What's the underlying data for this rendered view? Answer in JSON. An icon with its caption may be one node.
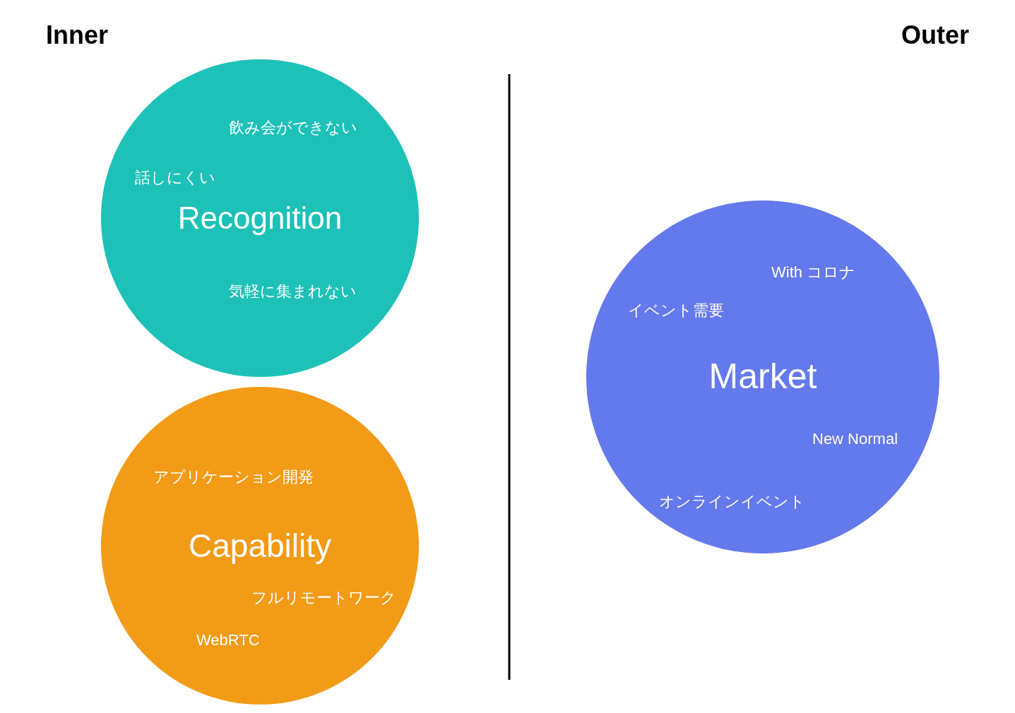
{
  "diagram": {
    "nodes": [
      {
        "text": [
          "飲み会ができない",
          "話しにくい",
          "Recognition",
          "気軽に集まれない"
        ]
      },
      {
        "text": [
          "アプリケーション開発",
          "Capability",
          "フルリモートワーク",
          "WebRTC"
        ]
      },
      {
        "text": [
          "With コロナ",
          "イベント需要",
          "Market",
          "New Normal",
          "オンラインイベント"
        ]
      }
    ],
    "labels": [
      "Inner",
      "Outer"
    ]
  }
}
